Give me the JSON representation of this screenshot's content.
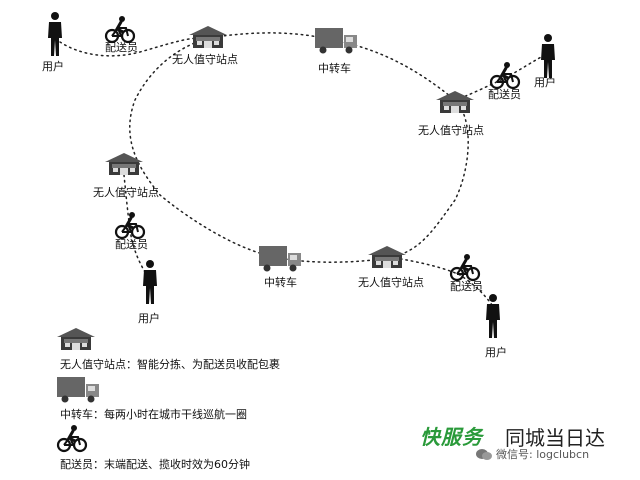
{
  "nodes": {
    "station_label": "无人值守站点",
    "truck_label": "中转车",
    "courier_label": "配送员",
    "user_label": "用户"
  },
  "legend": {
    "station": "无人值守站点：智能分拣、为配送员收配包裹",
    "truck": "中转车：每两小时在城市干线巡航一圈",
    "courier": "配送员：末端配送、揽收时效为60分钟"
  },
  "brand": {
    "logo": "快服务",
    "tagline": "同城当日达",
    "wechat": "微信号: logclubcn"
  },
  "colors": {
    "icon_fill": "#2b2b2b",
    "brand_green": "#2a9a3a"
  }
}
